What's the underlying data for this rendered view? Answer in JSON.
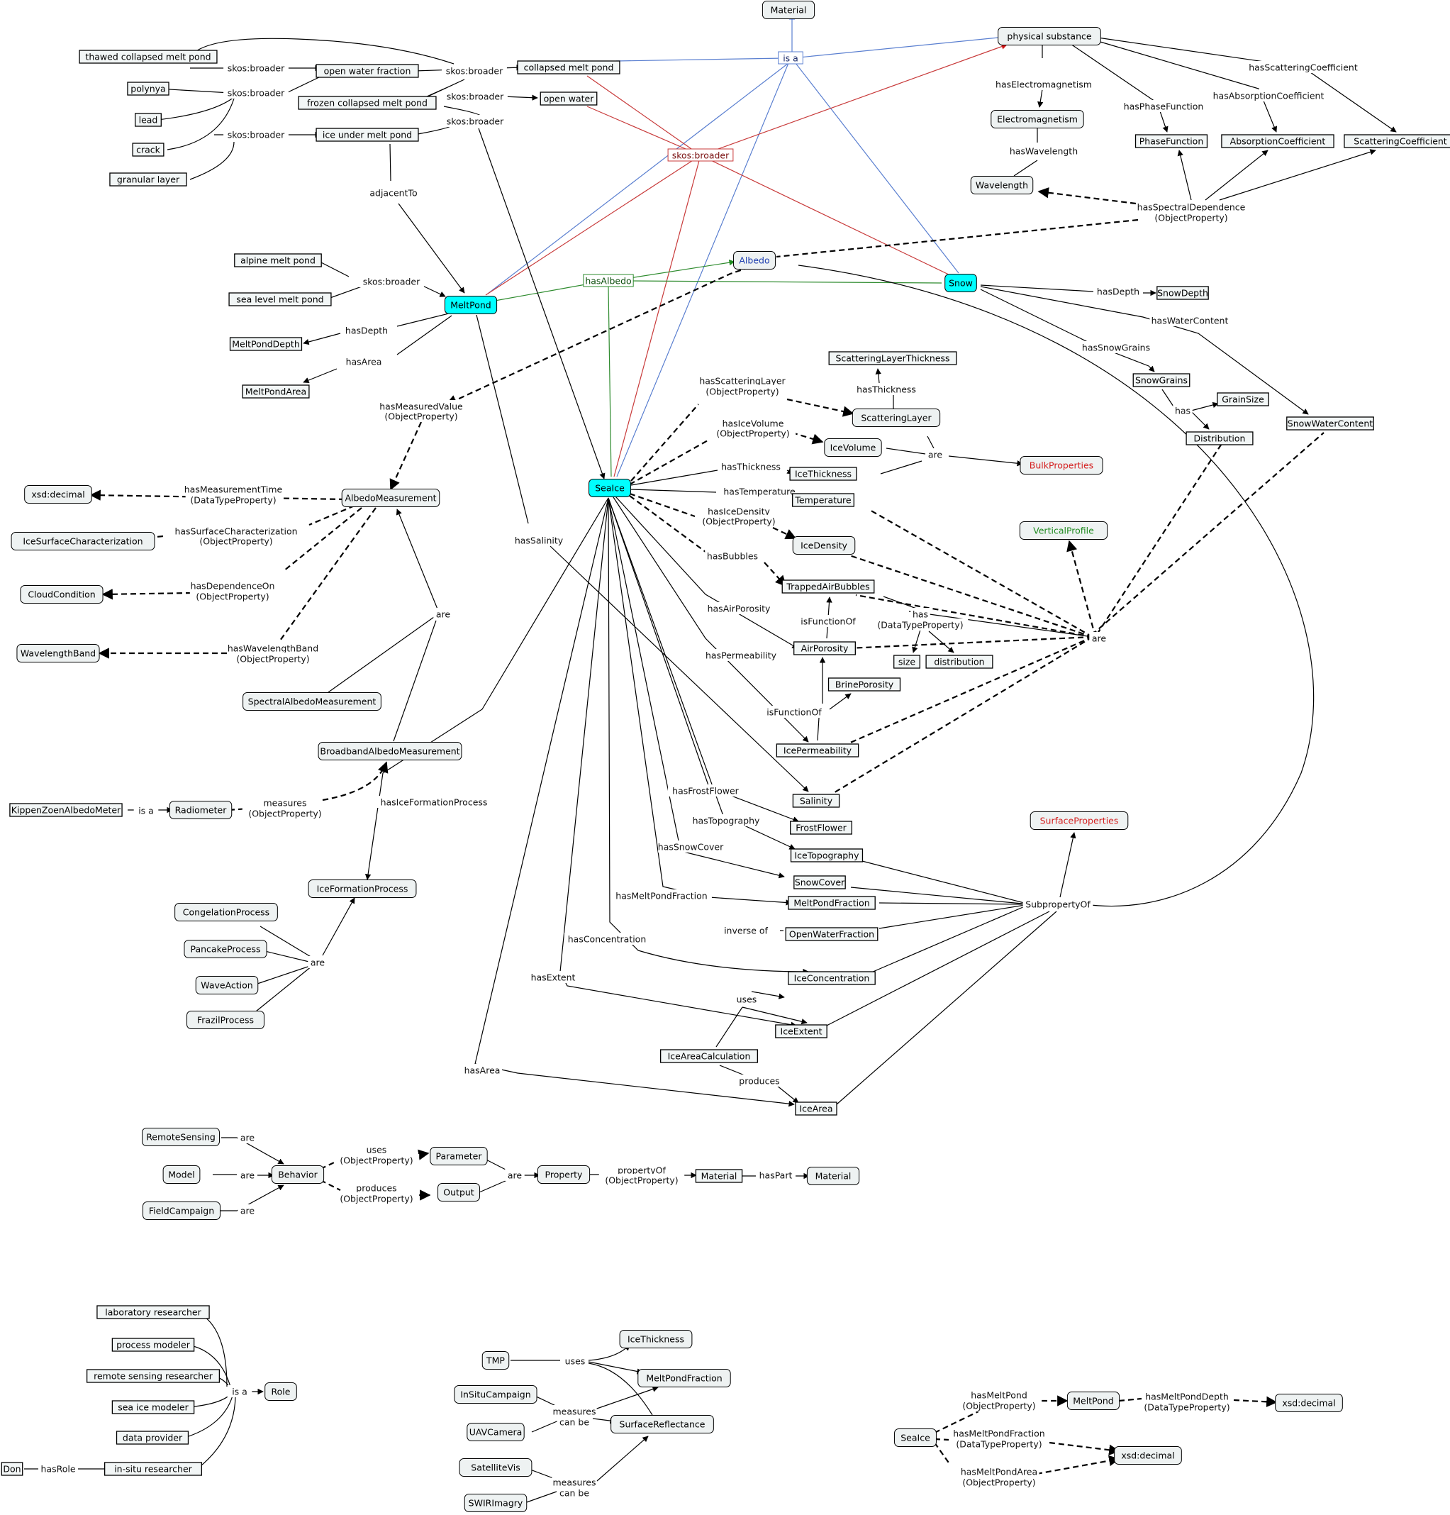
{
  "concepts": {
    "c_material_top": "Material",
    "c_physical": "physical substance",
    "c_thawed": "thawed collapsed melt pond",
    "c_owf": "open water fraction",
    "c_cmp": "collapsed melt pond",
    "c_polynya": "polynya",
    "c_fcmp": "frozen collapsed melt pond",
    "c_ow": "open water",
    "c_lead": "lead",
    "c_crack": "crack",
    "c_iump": "ice under melt pond",
    "c_granular": "granular layer",
    "c_em": "Electromagnetism",
    "c_wl_top": "Wavelength",
    "c_phase": "PhaseFunction",
    "c_absorb": "AbsorptionCoefficient",
    "c_scatter": "ScatteringCoefficient",
    "c_alpine": "alpine melt pond",
    "c_sealevel": "sea level melt pond",
    "c_meltpond": "MeltPond",
    "c_albedo": "Albedo",
    "c_snow": "Snow",
    "c_snowdepth": "SnowDepth",
    "c_mpdepth": "MeltPondDepth",
    "c_mparea": "MeltPondArea",
    "c_slt": "ScatteringLayerThickness",
    "c_snowgrains": "SnowGrains",
    "c_grainsize": "GrainSize",
    "c_distribution": "Distribution",
    "c_swc": "SnowWaterContent",
    "c_scatlayer": "ScatteringLayer",
    "c_icevolume": "IceVolume",
    "c_bulk": "BulkProperties",
    "c_icethick": "IceThickness",
    "c_seaice": "SeaIce",
    "c_temp": "Temperature",
    "c_xsd1": "xsd:decimal",
    "c_albmeas": "AlbedoMeasurement",
    "c_isc": "IceSurfaceCharacterization",
    "c_icedensity": "IceDensity",
    "c_vertical": "VerticalProfile",
    "c_cloud": "CloudCondition",
    "c_tab": "TrappedAirBubbles",
    "c_wband": "WavelengthBand",
    "c_airpor": "AirPorosity",
    "c_size": "size",
    "c_dist2": "distribution",
    "c_brine": "BrinePorosity",
    "c_spectral": "SpectralAlbedoMeasurement",
    "c_broadband": "BroadbandAlbedoMeasurement",
    "c_iceperm": "IcePermeability",
    "c_salinity": "Salinity",
    "c_kippen": "KippenZoenAlbedoMeter",
    "c_radiometer": "Radiometer",
    "c_frostflower": "FrostFlower",
    "c_surfprop": "SurfaceProperties",
    "c_icetopo": "IceTopography",
    "c_snowcover": "SnowCover",
    "c_iceform": "IceFormationProcess",
    "c_mpf": "MeltPondFraction",
    "c_congel": "CongelationProcess",
    "c_openwf": "OpenWaterFraction",
    "c_pancake": "PancakeProcess",
    "c_iceconc": "IceConcentration",
    "c_wave": "WaveAction",
    "c_iceextent": "IceExtent",
    "c_frazil": "FrazilProcess",
    "c_iac": "IceAreaCalculation",
    "c_icearea": "IceArea",
    "c_rs": "RemoteSensing",
    "c_model": "Model",
    "c_behavior": "Behavior",
    "c_parameter": "Parameter",
    "c_property": "Property",
    "c_material2": "Material",
    "c_material3": "Material",
    "c_output": "Output",
    "c_field": "FieldCampaign",
    "c_labres": "laboratory researcher",
    "c_procmod": "process modeler",
    "c_rsres": "remote sensing researcher",
    "c_simod": "sea ice modeler",
    "c_dataprov": "data provider",
    "c_role": "Role",
    "c_don": "Don",
    "c_insitu": "in-situ researcher",
    "c_icethick2": "IceThickness",
    "c_tmp": "TMP",
    "c_mpf2": "MeltPondFraction",
    "c_insitucamp": "InSituCampaign",
    "c_uav": "UAVCamera",
    "c_sr": "SurfaceReflectance",
    "c_satvis": "SatelliteVis",
    "c_swir": "SWIRImagry",
    "c_meltpond2": "MeltPond",
    "c_xsd2": "xsd:decimal",
    "c_seaice2": "SeaIce",
    "c_xsd3": "xsd:decimal"
  },
  "links": {
    "l_isa": "is a",
    "l_skosbroader_red": "skos:broader",
    "l_haselectro": "hasElectromagnetism",
    "l_hasphase": "hasPhaseFunction",
    "l_hasabs": "hasAbsorptionCoefficient",
    "l_hasscat": "hasScatteringCoefficient",
    "l_haswl": "hasWavelength",
    "l_hsd1": "hasSpectralDependence",
    "l_hsd2": "(ObjectProperty)",
    "l_sb1": "skos:broader",
    "l_sb2": "skos:broader",
    "l_sb3": "skos:broader",
    "l_sb4": "skos:broader",
    "l_sb5": "skos:broader",
    "l_sb6": "skos:broader",
    "l_sb7": "skos:broader",
    "l_adjacent": "adjacentTo",
    "l_hasalbedo": "hasAlbedo",
    "l_hasdepth_mp": "hasDepth",
    "l_hasarea_mp": "hasArea",
    "l_hasdepth_snow": "hasDepth",
    "l_haswater": "hasWaterContent",
    "l_hassnowgrains": "hasSnowGrains",
    "l_has_sg": "has",
    "l_hasthick_sl": "hasThickness",
    "l_hsl1": "hasScatteringLayer",
    "l_hsl2": "(ObjectProperty)",
    "l_hiv1": "hasIceVolume",
    "l_hiv2": "(ObjectProperty)",
    "l_are_bulk": "are",
    "l_hasthick": "hasThickness",
    "l_hastemp": "hasTemperature",
    "l_hmv1": "hasMeasuredValue",
    "l_hmv2": "(ObjectProperty)",
    "l_hid1": "hasIceDensity",
    "l_hid2": "(ObjectProperty)",
    "l_hmt1": "hasMeasurementTime",
    "l_hmt2": "(DataTypeProperty)",
    "l_hsc1": "hasSurfaceCharacterization",
    "l_hsc2": "(ObjectProperty)",
    "l_hassalinity": "hasSalinity",
    "l_hasbubbles": "hasBubbles",
    "l_hdo1": "hasDependenceOn",
    "l_hdo2": "(ObjectProperty)",
    "l_hasairpor": "hasAirPorosity",
    "l_isfunc1": "isFunctionOf",
    "l_has_dt1": "has",
    "l_has_dt2": "(DataTypeProperty)",
    "l_are_big": "are",
    "l_are_albedo": "are",
    "l_hwb1": "hasWavelengthBand",
    "l_hwb2": "(ObjectProperty)",
    "l_hasperm": "hasPermeability",
    "l_isfunc2": "isFunctionOf",
    "l_isa_kippen": "is a",
    "l_meas1": "measures",
    "l_meas2": "(ObjectProperty)",
    "l_hasiceform": "hasIceFormationProcess",
    "l_hasfrost": "hasFrostFlower",
    "l_hastopo": "hasTopography",
    "l_hassnowcover": "hasSnowCover",
    "l_hasmpf": "hasMeltPondFraction",
    "l_subprop": "SubpropertyOf",
    "l_inverse": "inverse of",
    "l_are_proc": "are",
    "l_hasconc": "hasConcentration",
    "l_hasextent": "hasExtent",
    "l_uses": "uses",
    "l_hasarea": "hasArea",
    "l_produces": "produces",
    "l_are_rs": "are",
    "l_are_model": "are",
    "l_are_field": "are",
    "l_uses_b1": "uses",
    "l_uses_b2": "(ObjectProperty)",
    "l_prod_b1": "produces",
    "l_prod_b2": "(ObjectProperty)",
    "l_are_param": "are",
    "l_propof1": "propertyOf",
    "l_propof2": "(ObjectProperty)",
    "l_haspart": "hasPart",
    "l_isa_role": "is a",
    "l_hasrole": "hasRole",
    "l_uses_tmp": "uses",
    "l_mcb1_a": "measures",
    "l_mcb1_b": "can be",
    "l_mcb2_a": "measures",
    "l_mcb2_b": "can be",
    "l_hmp1": "hasMeltPond",
    "l_hmp2": "(ObjectProperty)",
    "l_hmpd1": "hasMeltPondDepth",
    "l_hmpd2": "(DataTypeProperty)",
    "l_hmpf1": "hasMeltPondFraction",
    "l_hmpf2": "(DataTypeProperty)",
    "l_hmpa1": "hasMeltPondArea",
    "l_hmpa2": "(ObjectProperty)"
  },
  "colors": {
    "concept_fill": "#eef2f2",
    "highlight_fill": "#00ffff",
    "blue_link": "#5a7fd0",
    "red_link": "#c83a3a",
    "green_link": "#2e8b2e",
    "red_text": "#d42020",
    "green_text": "#1f8a1f",
    "blue_text": "#1f3fb0"
  }
}
